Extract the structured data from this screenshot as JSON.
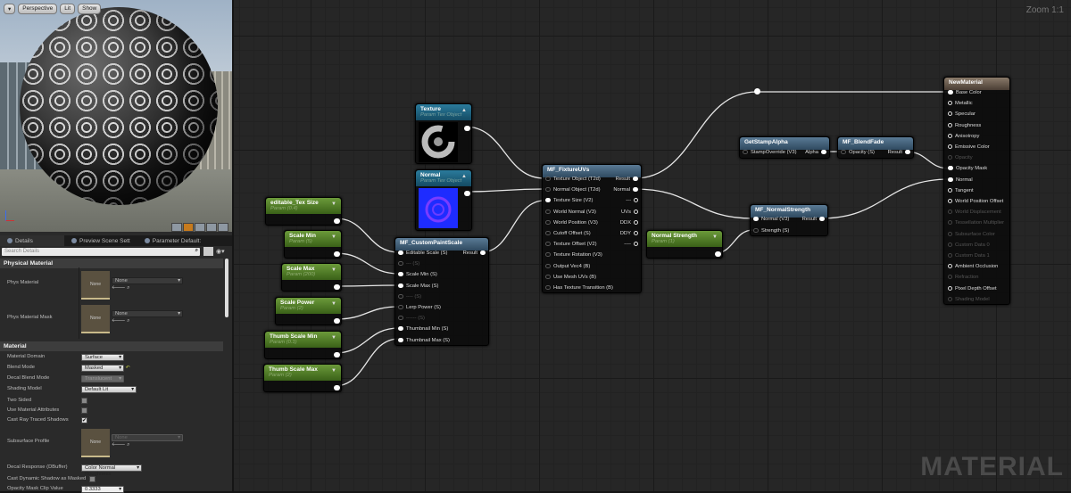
{
  "viewport": {
    "menu_label": "▾",
    "perspective": "Perspective",
    "lit": "Lit",
    "show": "Show"
  },
  "tabs": [
    {
      "label": "Details"
    },
    {
      "label": "Preview Scene Sett"
    },
    {
      "label": "Parameter Default:"
    }
  ],
  "search": {
    "placeholder": "Search Details",
    "icon": "search-icon"
  },
  "details": {
    "physical_section": "Physical Material",
    "phys_material": {
      "label": "Phys Material",
      "thumb": "None",
      "value": "None"
    },
    "phys_material_mask": {
      "label": "Phys Material Mask",
      "thumb": "None",
      "value": "None"
    },
    "material_section": "Material",
    "material_domain": {
      "label": "Material Domain",
      "value": "Surface"
    },
    "blend_mode": {
      "label": "Blend Mode",
      "value": "Masked"
    },
    "decal_blend_mode": {
      "label": "Decal Blend Mode",
      "value": "Translucent"
    },
    "shading_model": {
      "label": "Shading Model",
      "value": "Default Lit"
    },
    "two_sided": {
      "label": "Two Sided",
      "checked": false
    },
    "use_material_attributes": {
      "label": "Use Material Attributes",
      "checked": false
    },
    "cast_ray_traced_shadows": {
      "label": "Cast Ray Traced Shadows",
      "checked": true,
      "mark": "✔"
    },
    "subsurface_profile": {
      "label": "Subsurface Profile",
      "thumb": "None",
      "value": "None"
    },
    "decal_response": {
      "label": "Decal Response (DBuffer)",
      "value": "Color Normal Roughness"
    },
    "cast_dynamic_shadow": {
      "label": "Cast Dynamic Shadow as Masked",
      "checked": false
    },
    "opacity_mask_clip": {
      "label": "Opacity Mask Clip Value",
      "value": "0.3333"
    }
  },
  "graph": {
    "zoom": "Zoom 1:1",
    "watermark": "MATERIAL"
  },
  "nodes": {
    "texture": {
      "title": "Texture",
      "sub": "Param Tex Object"
    },
    "normal": {
      "title": "Normal",
      "sub": "Param Tex Object"
    },
    "tex_size": {
      "title": "editable_Tex Size",
      "sub": "Param (0.4)"
    },
    "scale_min": {
      "title": "Scale Min",
      "sub": "Param (5)"
    },
    "scale_max": {
      "title": "Scale Max",
      "sub": "Param (200)"
    },
    "scale_power": {
      "title": "Scale Power",
      "sub": "Param (2)"
    },
    "thumb_min": {
      "title": "Thumb Scale Min",
      "sub": "Param (0.1)"
    },
    "thumb_max": {
      "title": "Thumb Scale Max",
      "sub": "Param (2)"
    },
    "normal_strength_param": {
      "title": "Normal Strength",
      "sub": "Param (1)"
    },
    "custom_paint_scale": {
      "title": "MF_CustomPaintScale",
      "output": "Result",
      "inputs": [
        "Editable Scale (S)",
        "--- (S)",
        "Scale Min (S)",
        "Scale Max (S)",
        "---- (S)",
        "Lerp Power (S)",
        "------ (S)",
        "Thumbnail Min (S)",
        "Thumbnail Max (S)"
      ]
    },
    "fixture_uvs": {
      "title": "MF_FixtureUVs",
      "inputs": [
        "Texture Object (T2d)",
        "Normal Object (T2d)",
        "Texture Size (V2)",
        "World Normal (V3)",
        "World Position (V3)",
        "Cutoff Offset (S)",
        "Texture Offset (V2)",
        "Texture Rotation (V3)",
        "Output Vec4 (B)",
        "Use Mesh UVs (B)",
        "Has Texture Transition (B)"
      ],
      "outputs": [
        "Result",
        "Normal",
        "---",
        "UVs",
        "DDX",
        "DDY",
        "----"
      ]
    },
    "normal_strength": {
      "title": "MF_NormalStrength",
      "inputs": [
        "Normal (V3)",
        "Strength (S)"
      ],
      "output": "Result"
    },
    "get_stamp_alpha": {
      "title": "GetStampAlpha",
      "input": "StampOverride (V3)",
      "output": "Alpha"
    },
    "blend_fade": {
      "title": "MF_BlendFade",
      "input": "Opacity (S)",
      "output": "Result"
    },
    "new_material": {
      "title": "NewMaterial",
      "inputs": [
        "Base Color",
        "Metallic",
        "Specular",
        "Roughness",
        "Anisotropy",
        "Emissive Color",
        "Opacity",
        "Opacity Mask",
        "Normal",
        "Tangent",
        "World Position Offset",
        "World Displacement",
        "Tessellation Multiplier",
        "Subsurface Color",
        "Custom Data 0",
        "Custom Data 1",
        "Ambient Occlusion",
        "Refraction",
        "Pixel Depth Offset",
        "Shading Model"
      ],
      "disabled": [
        6,
        11,
        12,
        13,
        14,
        15,
        17,
        19
      ],
      "connected": [
        0,
        7,
        8
      ]
    }
  },
  "colors": {
    "param_green": "#4f7d27",
    "function_blue": "#3f6078",
    "texture_teal": "#1f6682",
    "output_brown": "#6a5a4c",
    "graph_bg": "#262626"
  }
}
